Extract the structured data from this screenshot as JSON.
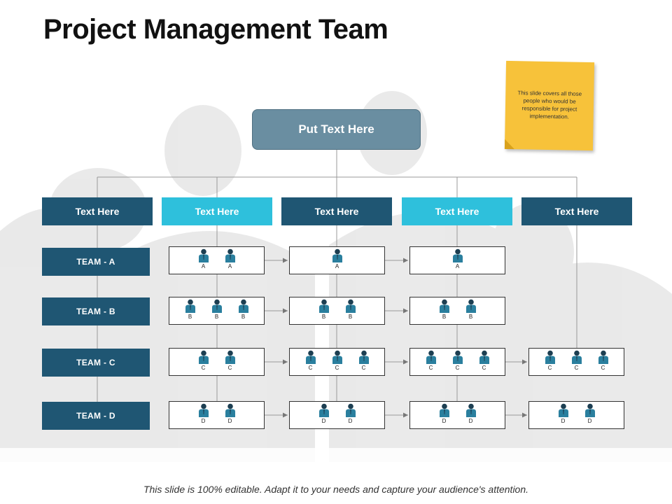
{
  "title": "Project Management Team",
  "note": "This slide covers all those people who would be responsible for project implementation.",
  "root": "Put Text Here",
  "headers": [
    "Text Here",
    "Text Here",
    "Text Here",
    "Text Here",
    "Text Here"
  ],
  "teams": [
    "TEAM - A",
    "TEAM - B",
    "TEAM - C",
    "TEAM - D"
  ],
  "grid": [
    [
      [
        "A",
        "A"
      ],
      [
        "A"
      ],
      [
        "A"
      ],
      []
    ],
    [
      [
        "B",
        "B",
        "B"
      ],
      [
        "B",
        "B"
      ],
      [
        "B",
        "B"
      ],
      []
    ],
    [
      [
        "C",
        "C"
      ],
      [
        "C",
        "C",
        "C"
      ],
      [
        "C",
        "C",
        "C"
      ],
      [
        "C",
        "C",
        "C"
      ]
    ],
    [
      [
        "D",
        "D"
      ],
      [
        "D",
        "D"
      ],
      [
        "D",
        "D"
      ],
      [
        "D",
        "D"
      ]
    ]
  ],
  "footer": "This slide is 100% editable. Adapt it to your needs and capture your audience's attention.",
  "colors": {
    "dark": "#1f5673",
    "light": "#2ec0dc",
    "root": "#6a8ea1",
    "note": "#f7c23a",
    "person": "#2a7f9e"
  },
  "icons": {
    "person": "person-icon"
  }
}
